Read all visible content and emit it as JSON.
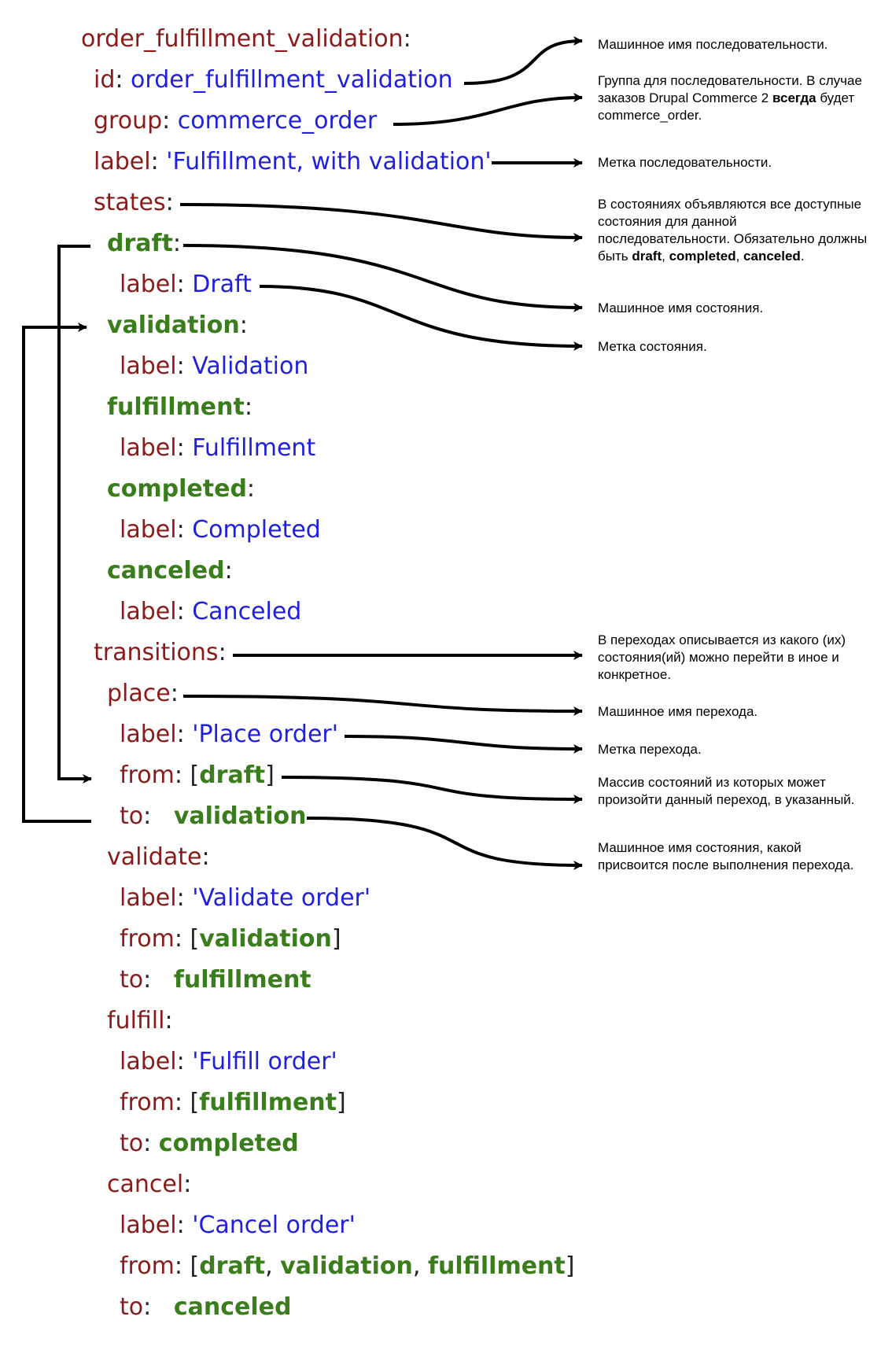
{
  "code": {
    "root_key": "order_fulfillment_validation",
    "colon": ":",
    "k_id": "id",
    "v_id": "order_fulfillment_validation",
    "k_group": "group",
    "v_group": "commerce_order",
    "k_label": "label",
    "v_label": "'Fulfillment, with validation'",
    "k_states": "states",
    "states": [
      {
        "key": "draft",
        "label_key": "label",
        "label": "Draft"
      },
      {
        "key": "validation",
        "label_key": "label",
        "label": "Validation"
      },
      {
        "key": "fulfillment",
        "label_key": "label",
        "label": "Fulfillment"
      },
      {
        "key": "completed",
        "label_key": "label",
        "label": "Completed"
      },
      {
        "key": "canceled",
        "label_key": "label",
        "label": "Canceled"
      }
    ],
    "k_transitions": "transitions",
    "transitions": [
      {
        "key": "place",
        "label_key": "label",
        "label": "'Place order'",
        "from_key": "from",
        "from": [
          "draft"
        ],
        "to_key": "to",
        "to": "validation"
      },
      {
        "key": "validate",
        "label_key": "label",
        "label": "'Validate order'",
        "from_key": "from",
        "from": [
          "validation"
        ],
        "to_key": "to",
        "to": "fulfillment"
      },
      {
        "key": "fulfill",
        "label_key": "label",
        "label": "'Fulfill order'",
        "from_key": "from",
        "from": [
          "fulfillment"
        ],
        "to_key": "to",
        "to": "completed"
      },
      {
        "key": "cancel",
        "label_key": "label",
        "label": "'Cancel order'",
        "from_key": "from",
        "from": [
          "draft",
          "validation",
          "fulfillment"
        ],
        "to_key": "to",
        "to": "canceled"
      }
    ],
    "open_bracket": "[",
    "close_bracket": "]",
    "separator": ", "
  },
  "annotations": {
    "machine_name": "Машинное имя последовательности.",
    "group_a": "Группа для последовательности. В случае заказов Drupal Commerce 2 ",
    "group_bold": "всегда",
    "group_b": " будет commerce_order.",
    "label": "Метка последовательности.",
    "states_a": "В состояниях объявляются все доступные состояния для данной последовательности. Обязательно должны быть ",
    "states_b1": "draft",
    "states_b2": ", ",
    "states_b3": "completed",
    "states_b4": ", ",
    "states_b5": "canceled",
    "states_b6": ".",
    "state_machine_name": "Машинное имя состояния.",
    "state_label": "Метка состояния.",
    "transitions": "В переходах описывается из какого (их) состояния(ий) можно перейти в иное и конкретное.",
    "transition_machine_name": "Машинное имя перехода.",
    "transition_label": "Метка перехода.",
    "from": "Массив состояний из которых может произойти данный переход, в указанный.",
    "to": "Машинное имя состояния, какой присвоится после выполнения перехода."
  },
  "colors": {
    "key": "#8b1a1a",
    "value": "#1f1fe0",
    "state": "#3a7d1c",
    "punctuation": "#222222",
    "arrow": "#000000"
  }
}
